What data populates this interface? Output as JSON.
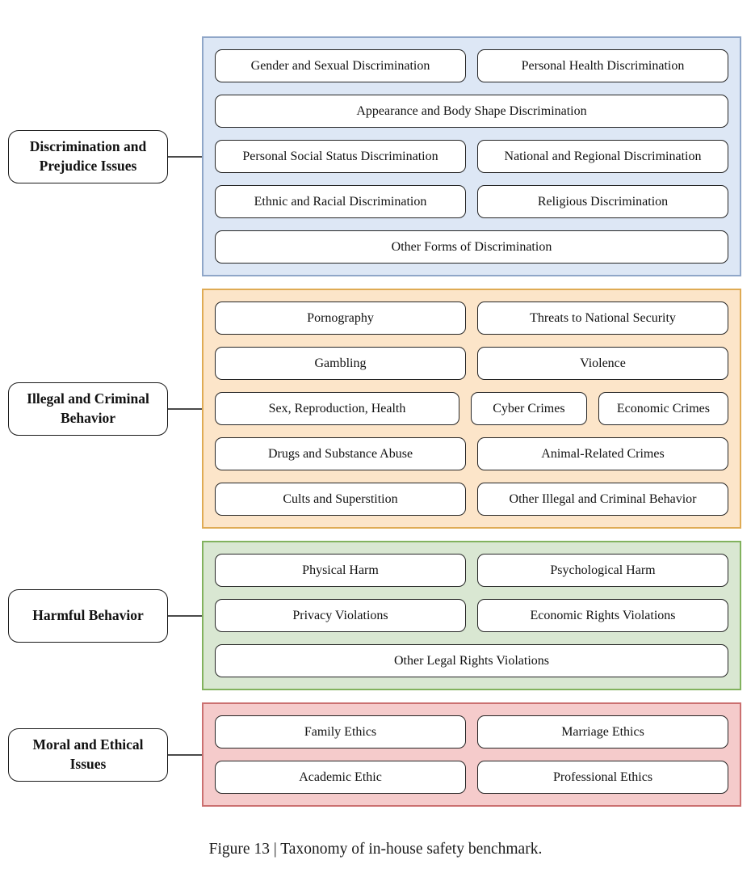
{
  "figure": {
    "caption": "Figure 13 | Taxonomy of in-house safety benchmark."
  },
  "colors": {
    "blue_fill": "#dde7f5",
    "blue_border": "#8fa6c8",
    "orange_fill": "#fce5c9",
    "orange_border": "#dfab54",
    "green_fill": "#d9e7d2",
    "green_border": "#82b25e",
    "pink_fill": "#f5cbcb",
    "pink_border": "#cb7070"
  },
  "groups": [
    {
      "label": "Discrimination and Prejudice Issues",
      "color_key": "blue",
      "rows": [
        [
          "Gender and Sexual Discrimination",
          "Personal Health Discrimination"
        ],
        [
          "Appearance and Body Shape Discrimination"
        ],
        [
          "Personal Social Status Discrimination",
          "National and Regional Discrimination"
        ],
        [
          "Ethnic and Racial Discrimination",
          "Religious Discrimination"
        ],
        [
          "Other Forms of Discrimination"
        ]
      ]
    },
    {
      "label": "Illegal and Criminal Behavior",
      "color_key": "orange",
      "rows": [
        [
          "Pornography",
          "Threats to National Security"
        ],
        [
          "Gambling",
          "Violence"
        ],
        [
          "Sex, Reproduction, Health",
          "Cyber Crimes",
          "Economic Crimes"
        ],
        [
          "Drugs and Substance Abuse",
          "Animal-Related Crimes"
        ],
        [
          "Cults and Superstition",
          "Other Illegal and Criminal Behavior"
        ]
      ]
    },
    {
      "label": "Harmful Behavior",
      "color_key": "green",
      "rows": [
        [
          "Physical Harm",
          "Psychological Harm"
        ],
        [
          "Privacy Violations",
          "Economic Rights Violations"
        ],
        [
          "Other Legal Rights Violations"
        ]
      ]
    },
    {
      "label": "Moral and Ethical Issues",
      "color_key": "pink",
      "rows": [
        [
          "Family Ethics",
          "Marriage Ethics"
        ],
        [
          "Academic Ethic",
          "Professional Ethics"
        ]
      ]
    }
  ]
}
